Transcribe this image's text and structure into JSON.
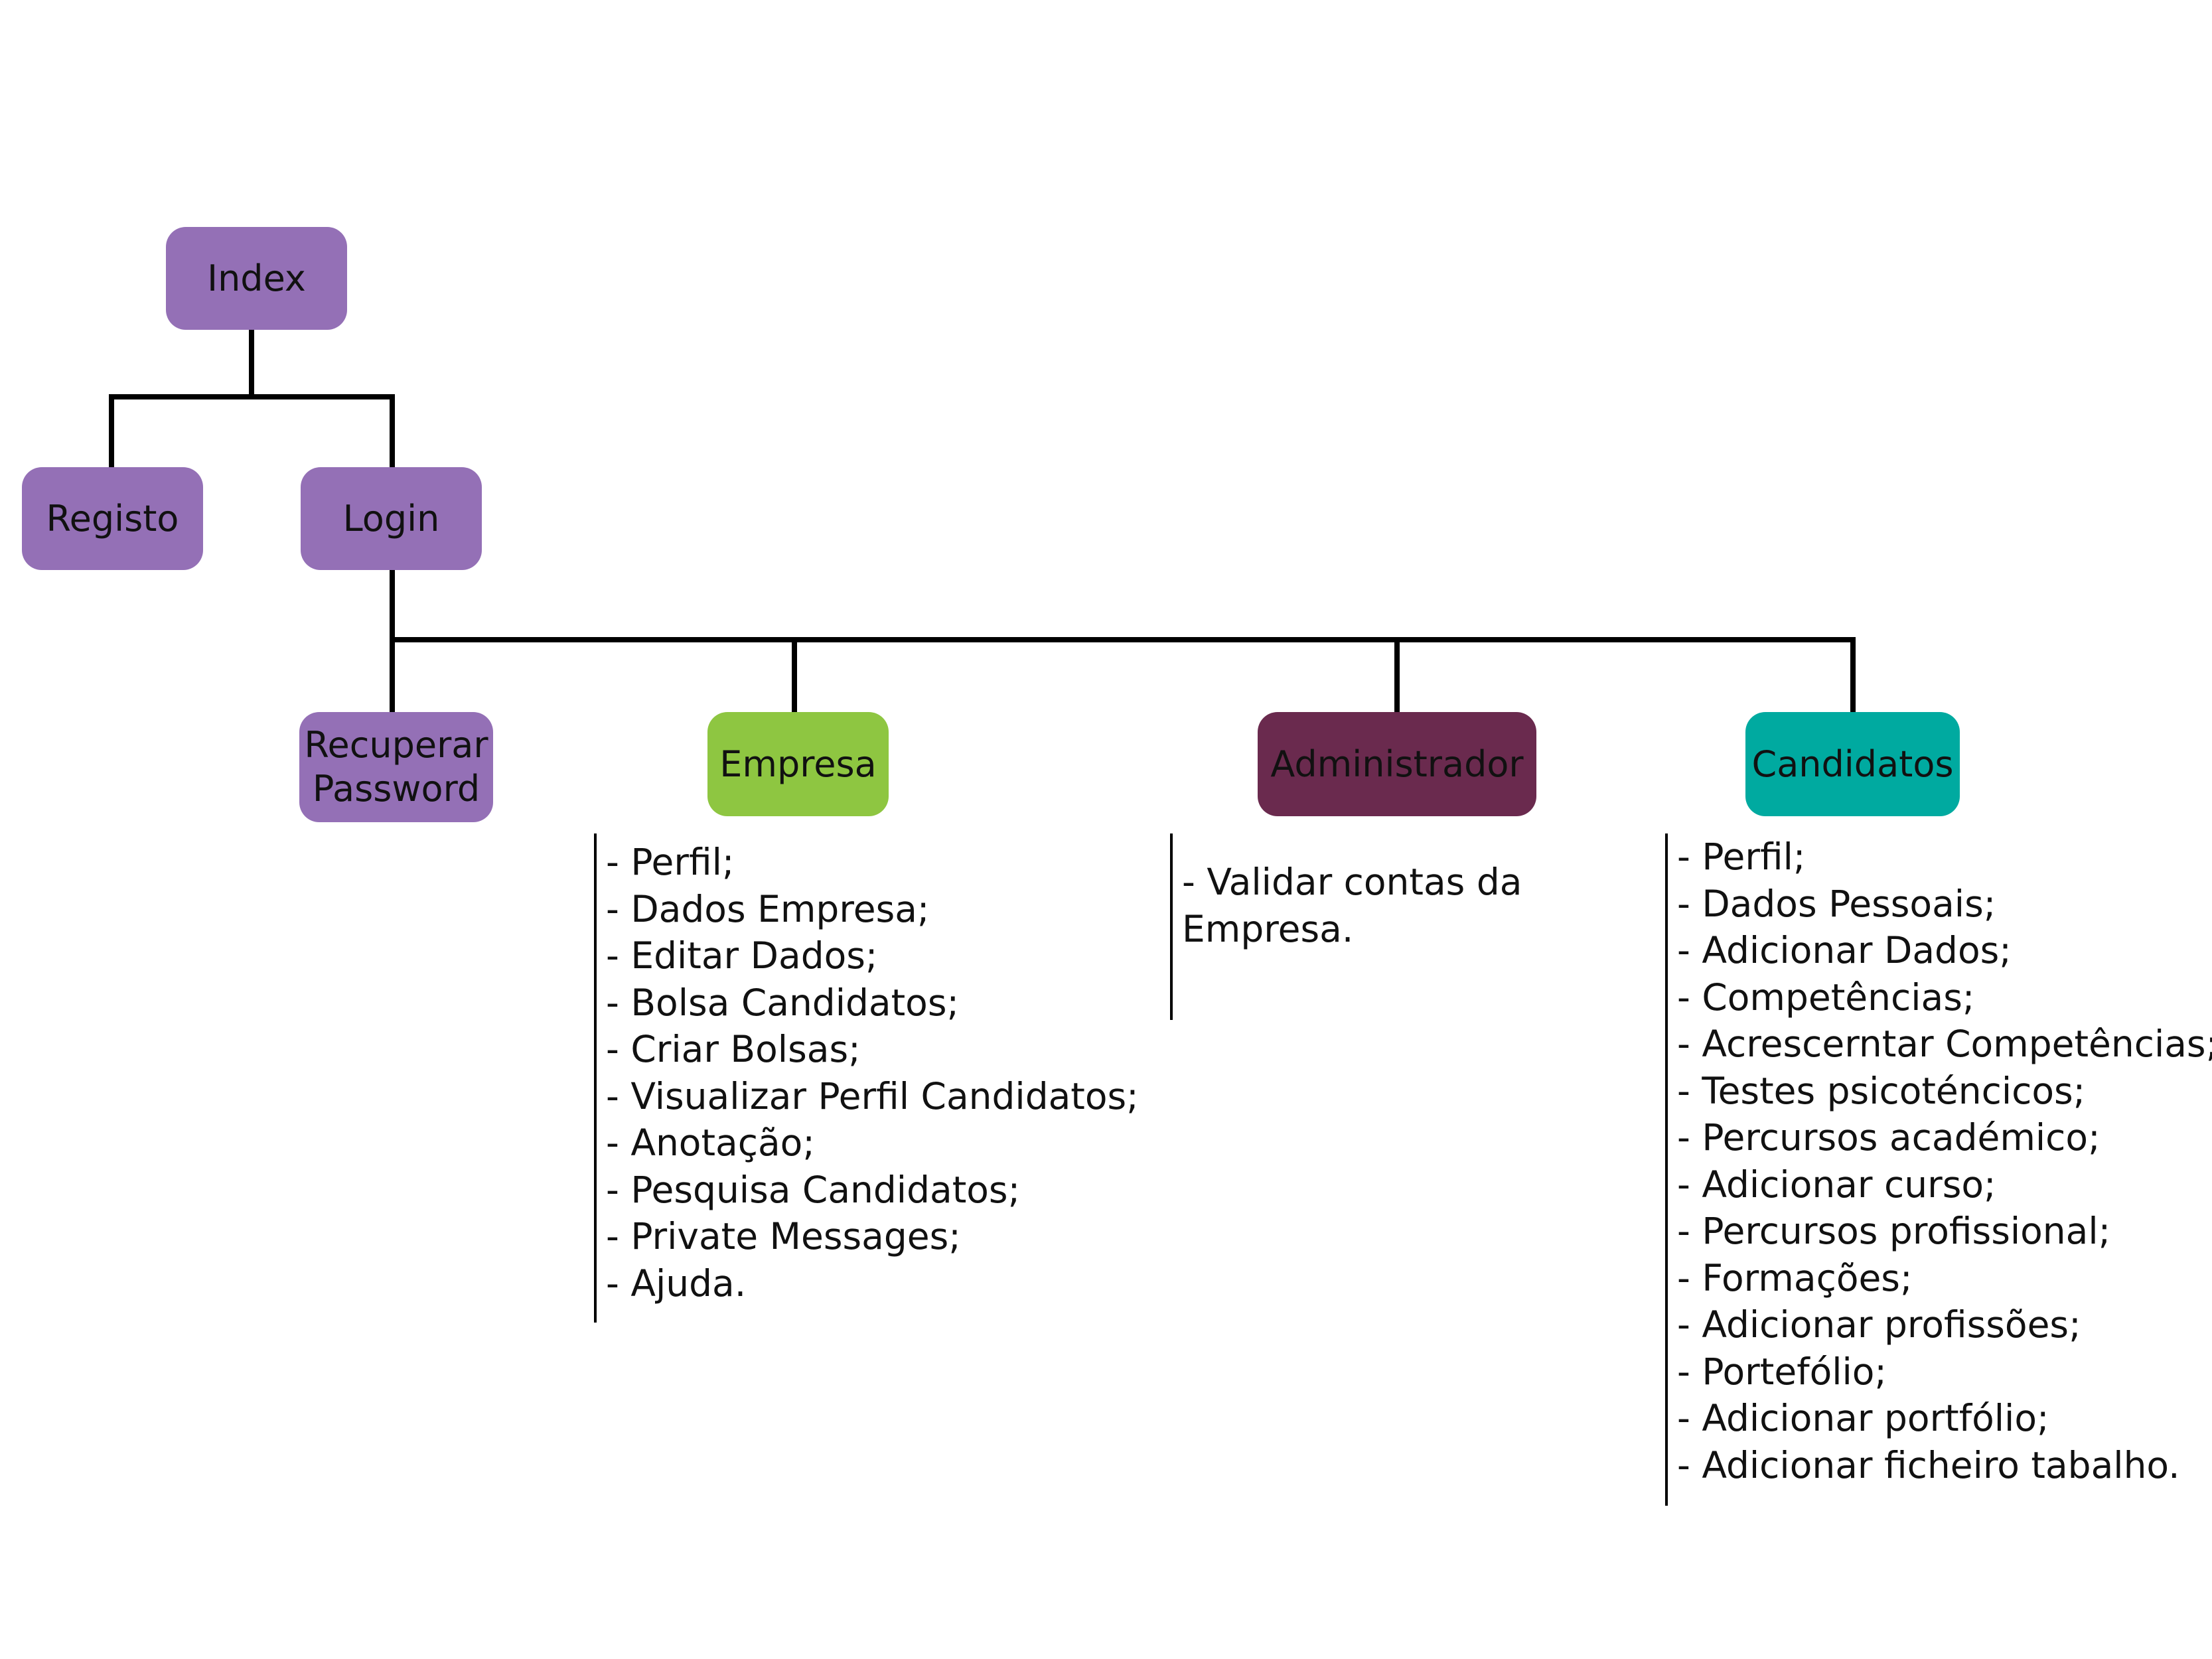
{
  "colors": {
    "auth_nodes": "#9470b6",
    "empresa": "#8ec641",
    "administrador": "#6a2a4e",
    "candidatos": "#00aaa0",
    "connectors": "#000000"
  },
  "nodes": {
    "index": "Index",
    "registo": "Registo",
    "login": "Login",
    "recuperar": {
      "line1": "Recuperar",
      "line2": "Password"
    },
    "empresa": "Empresa",
    "administrador": "Administrador",
    "candidatos": "Candidatos"
  },
  "lists": {
    "empresa": [
      "- Perfil;",
      "- Dados Empresa;",
      "- Editar Dados;",
      "- Bolsa Candidatos;",
      "- Criar Bolsas;",
      "- Visualizar Perfil Candidatos;",
      "- Anotação;",
      "- Pesquisa Candidatos;",
      "- Private Messages;",
      "- Ajuda."
    ],
    "administrador": [
      "- Validar contas da",
      "Empresa."
    ],
    "candidatos": [
      "- Perfil;",
      "- Dados Pessoais;",
      "- Adicionar Dados;",
      "- Competências;",
      "- Acrescerntar Competências;",
      "- Testes psicoténcicos;",
      "- Percursos académico;",
      "- Adicionar curso;",
      "- Percursos profissional;",
      "- Formações;",
      "- Adicionar profissões;",
      "- Portefólio;",
      "- Adicionar portfólio;",
      "- Adicionar ficheiro tabalho."
    ]
  }
}
